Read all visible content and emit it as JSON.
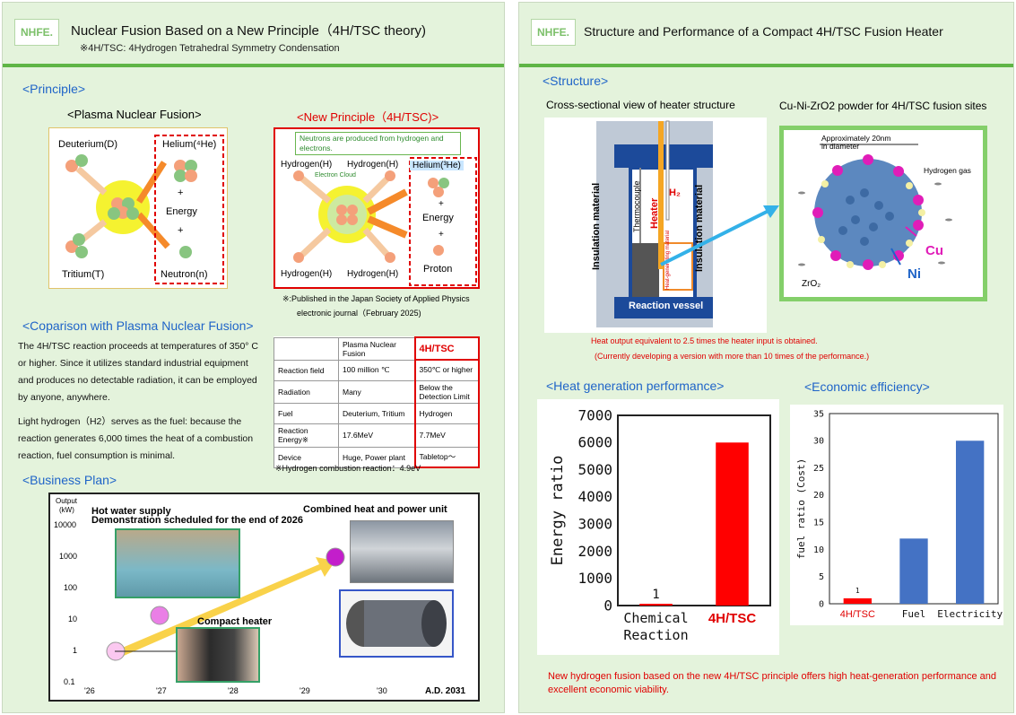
{
  "left": {
    "logo": "NHFE.",
    "title": "Nuclear Fusion Based on a New Principle（4H/TSC theory)",
    "subtitle": "※4H/TSC: 4Hydrogen Tetrahedral  Symmetry Condensation",
    "principle_heading": "<Principle>",
    "plasma_heading": "<Plasma Nuclear Fusion>",
    "plasma": {
      "deuterium": "Deuterium(D)",
      "tritium": "Tritium(T)",
      "helium": "Helium(⁴He)",
      "plus1": "+",
      "energy": "Energy",
      "plus2": "+",
      "neutron": "Neutron(n)"
    },
    "new_heading": "<New Principle（4H/TSC)>",
    "newp": {
      "callout": "Neutrons are produced from hydrogen and electrons.",
      "h1": "Hydrogen(H)",
      "h2": "Hydrogen(H)",
      "h3": "Hydrogen(H)",
      "h4": "Hydrogen(H)",
      "cloud": "Electron Cloud",
      "helium": "Helium(³He)",
      "plus1": "+",
      "energy": "Energy",
      "plus2": "+",
      "proton": "Proton"
    },
    "publish_note_1": "※:Published in the Japan Society of Applied Physics",
    "publish_note_2": "electronic journal（February 2025)",
    "comparison_heading": "<Coparison with Plasma Nuclear Fusion>",
    "para1": "The 4H/TSC reaction proceeds at temperatures of 350° C or higher. Since it utilizes standard industrial equipment and produces no detectable radiation, it can be employed by anyone, anywhere.",
    "para2": "Light hydrogen（H2）serves as the fuel: because the reaction generates 6,000 times the heat of a combustion reaction, fuel consumption is minimal.",
    "table": {
      "headers": [
        "",
        "Plasma Nuclear Fusion",
        "4H/TSC"
      ],
      "rows": [
        [
          "Reaction field",
          "100 million ℃",
          "350℃ or higher"
        ],
        [
          "Radiation",
          "Many",
          "Below the Detection Limit"
        ],
        [
          "Fuel",
          "Deuterium, Tritium",
          "Hydrogen"
        ],
        [
          "Reaction Energy※",
          "17.6MeV",
          "7.7MeV"
        ],
        [
          "Device",
          "Huge, Power plant",
          "Tabletop〜"
        ]
      ]
    },
    "table_note": "※Hydrogen combustion reaction：4.9eV",
    "business_heading": "<Business Plan>",
    "business": {
      "ylabel1": "Output",
      "ylabel2": "(kW)",
      "yticks": [
        "10000",
        "1000",
        "100",
        "10",
        "1",
        "0.1"
      ],
      "xticks": [
        "'26",
        "'27",
        "'28",
        "'29",
        "'30",
        "A.D. 2031"
      ],
      "hot_water_1": "Hot water supply",
      "hot_water_2": "Demonstration scheduled for the end of 2026",
      "chp": "Combined heat and power unit",
      "compact": "Compact heater"
    }
  },
  "right": {
    "logo": "NHFE.",
    "title": "Structure and Performance of a Compact 4H/TSC Fusion Heater",
    "structure_heading": "<Structure>",
    "cross_label": "Cross-sectional view of heater structure",
    "powder_label": "Cu-Ni-ZrO2 powder for 4H/TSC fusion sites",
    "diagram": {
      "insulation_left": "Insulation material",
      "insulation_right": "Insulation material",
      "thermocouple": "Thermocouple",
      "heater": "Heater",
      "h2": "H₂",
      "heat_material": "Heat-generating material",
      "vessel": "Reaction vessel"
    },
    "powder": {
      "size_1": "Approximately 20nm",
      "size_2": "in diameter",
      "hydrogen_gas": "Hydrogen gas",
      "cu": "Cu",
      "ni": "Ni",
      "zro2": "ZrO₂"
    },
    "heat_note_1": "Heat output equivalent to 2.5 times the heater input is obtained.",
    "heat_note_2": "(Currently developing a version with more than 10 times of the performance.)",
    "heatgen_heading": "<Heat generation performance>",
    "econ_heading": "<Economic efficiency>",
    "conclusion": "New hydrogen fusion based on the new 4H/TSC principle offers high heat-generation performance and excellent economic viability."
  },
  "colors": {
    "accent_green": "#5fb546",
    "heading_blue": "#1f64c8",
    "alert_red": "#e00000",
    "bar_blue": "#4472c4",
    "bar_red": "#ff0000"
  },
  "chart_data": [
    {
      "type": "bar",
      "ylabel": "Energy ratio",
      "categories": [
        "Chemical Reaction",
        "4H/TSC"
      ],
      "values": [
        1,
        6000
      ],
      "data_labels": [
        "1",
        ""
      ],
      "yticks": [
        "0",
        "1000",
        "2000",
        "3000",
        "4000",
        "5000",
        "6000",
        "7000"
      ],
      "ylim": [
        0,
        7000
      ],
      "bar_colors": [
        "#ff0000",
        "#ff0000"
      ],
      "grid": false
    },
    {
      "type": "bar",
      "ylabel": "fuel ratio (Cost)",
      "categories": [
        "4H/TSC",
        "Fuel",
        "Electricity"
      ],
      "values": [
        1,
        12,
        30
      ],
      "data_labels": [
        "1",
        "",
        ""
      ],
      "yticks": [
        "0",
        "5",
        "10",
        "15",
        "20",
        "25",
        "30",
        "35"
      ],
      "ylim": [
        0,
        35
      ],
      "bar_colors": [
        "#ff0000",
        "#4472c4",
        "#4472c4"
      ],
      "grid": false
    }
  ]
}
